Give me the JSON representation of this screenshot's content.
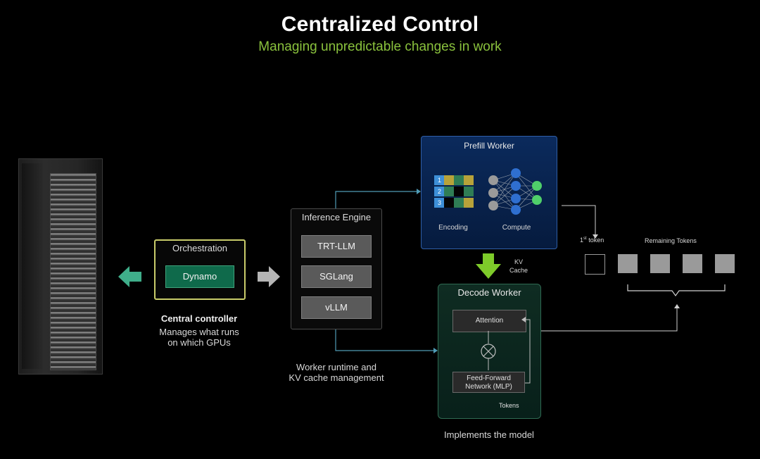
{
  "header": {
    "title": "Centralized Control",
    "subtitle": "Managing unpredictable changes in work"
  },
  "orchestration": {
    "label": "Orchestration",
    "button": "Dynamo",
    "caption_title": "Central controller",
    "caption_line1": "Manages what runs",
    "caption_line2": "on which GPUs"
  },
  "engine": {
    "label": "Inference Engine",
    "options": [
      "TRT-LLM",
      "SGLang",
      "vLLM"
    ],
    "caption_line1": "Worker runtime and",
    "caption_line2": "KV cache management"
  },
  "prefill": {
    "label": "Prefill Worker",
    "encoding_label": "Encoding",
    "compute_label": "Compute",
    "grid_numbers": [
      "1",
      "2",
      "3"
    ]
  },
  "kv": {
    "line1": "KV",
    "line2": "Cache"
  },
  "decode": {
    "label": "Decode Worker",
    "attention": "Attention",
    "ffn_line1": "Feed-Forward",
    "ffn_line2": "Network (MLP)",
    "tokens": "Tokens",
    "caption": "Implements the model"
  },
  "tokens": {
    "first_label_num": "1",
    "first_label_sup": "st",
    "first_label_rest": " token",
    "remaining_label": "Remaining Tokens"
  },
  "colors": {
    "accent_green": "#8ac23d",
    "dynamo_green": "#0f6a4b",
    "prefill_blue": "#0b2a5c",
    "decode_green": "#0f2c22"
  }
}
